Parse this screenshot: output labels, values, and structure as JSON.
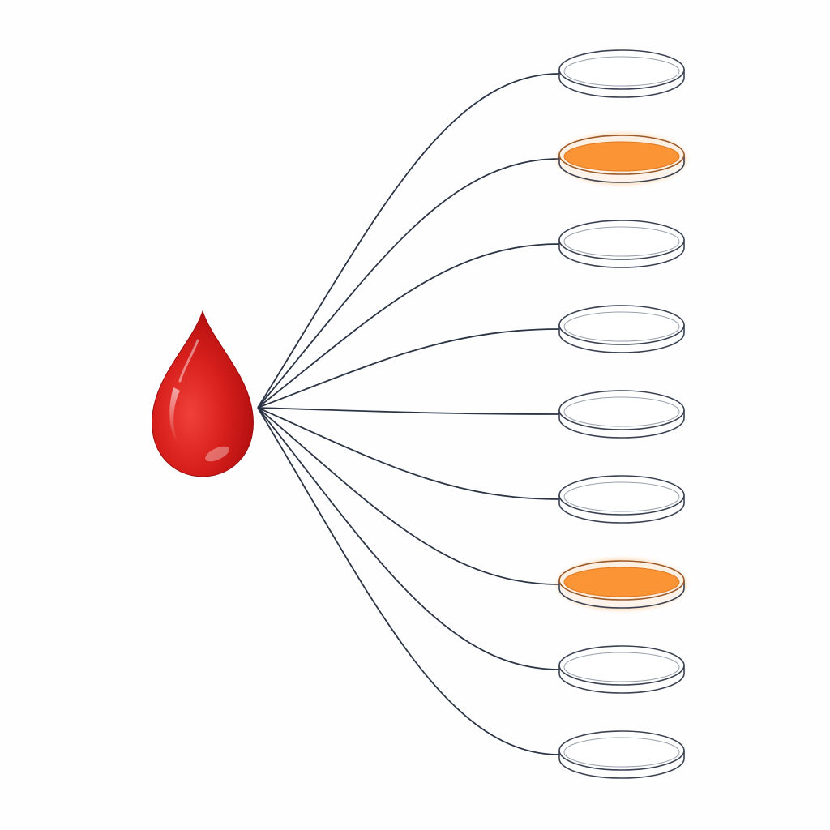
{
  "diagram": {
    "source": {
      "icon": "blood-drop-icon",
      "color": "#cc1414"
    },
    "colors": {
      "connector": "#2b3445",
      "dish_outline": "#3a4252",
      "dish_fill_empty": "#ffffff",
      "dish_fill_positive": "#fb9434",
      "dish_glow_positive": "#ffb066"
    },
    "dishes": [
      {
        "state": "empty"
      },
      {
        "state": "positive"
      },
      {
        "state": "empty"
      },
      {
        "state": "empty"
      },
      {
        "state": "empty"
      },
      {
        "state": "empty"
      },
      {
        "state": "positive"
      },
      {
        "state": "empty"
      },
      {
        "state": "empty"
      }
    ]
  }
}
